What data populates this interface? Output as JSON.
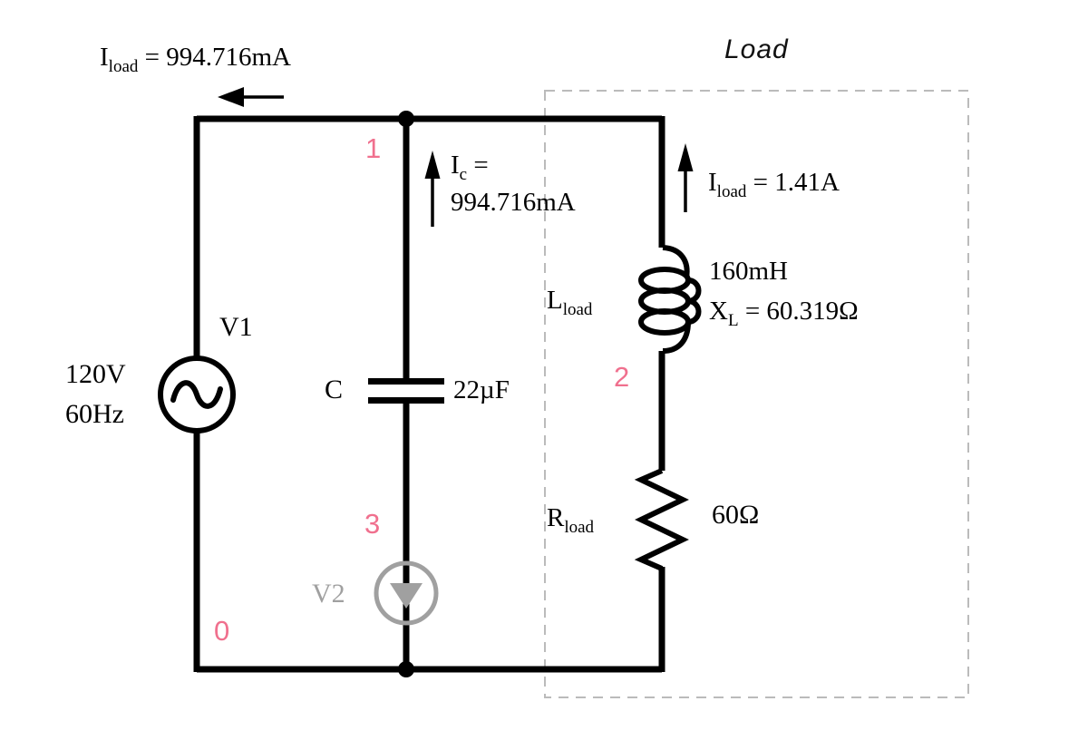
{
  "title": "Load",
  "colors": {
    "wire": "#000000",
    "node_label_pink": "#f0708e",
    "meter_gray": "#a0a0a0",
    "load_box_gray": "#bbbbbb"
  },
  "nodes": {
    "n0": "0",
    "n1": "1",
    "n2": "2",
    "n3": "3"
  },
  "v1": {
    "name": "V1",
    "voltage": "120V",
    "frequency": "60Hz"
  },
  "v2": {
    "name": "V2"
  },
  "capacitor": {
    "name": "C",
    "value": "22µF"
  },
  "inductor": {
    "base": "L",
    "sub": "load",
    "value": "160mH",
    "x_base": "X",
    "x_sub": "L",
    "x_rest": " = 60.319Ω"
  },
  "resistor": {
    "base": "R",
    "sub": "load",
    "value": "60Ω"
  },
  "currents": {
    "source": {
      "base": "I",
      "sub": "load",
      "rest": " = 994.716mA"
    },
    "cap": {
      "base": "I",
      "sub": "c",
      "rest": " =",
      "line2": "994.716mA"
    },
    "load": {
      "base": "I",
      "sub": "load",
      "rest": " = 1.41A"
    }
  }
}
